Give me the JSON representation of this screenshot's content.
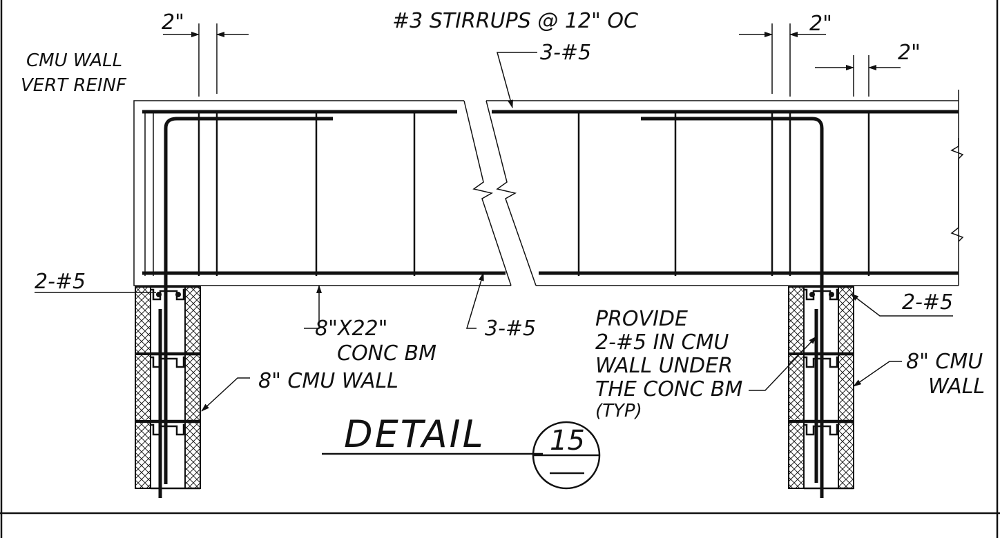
{
  "detail": {
    "title": "DETAIL",
    "number": "15"
  },
  "labels": {
    "dim_left": "2\"",
    "stirrups": "#3 STIRRUPS @ 12\" OC",
    "dim_right_top": "2\"",
    "dim_right_lower": "2\"",
    "cmu_wall_vert": [
      "CMU WALL",
      "VERT REINF"
    ],
    "top_bars": "3-#5",
    "left_bars": "2-#5",
    "beam": [
      "8\"X22\"",
      "CONC BM"
    ],
    "bottom_bars": "3-#5",
    "left_wall": "8\" CMU WALL",
    "provide_note": [
      "PROVIDE",
      "2-#5 IN CMU",
      "WALL UNDER",
      "THE CONC BM",
      "(TYP)"
    ],
    "right_bars": "2-#5",
    "right_wall": [
      "8\" CMU",
      "WALL"
    ]
  }
}
